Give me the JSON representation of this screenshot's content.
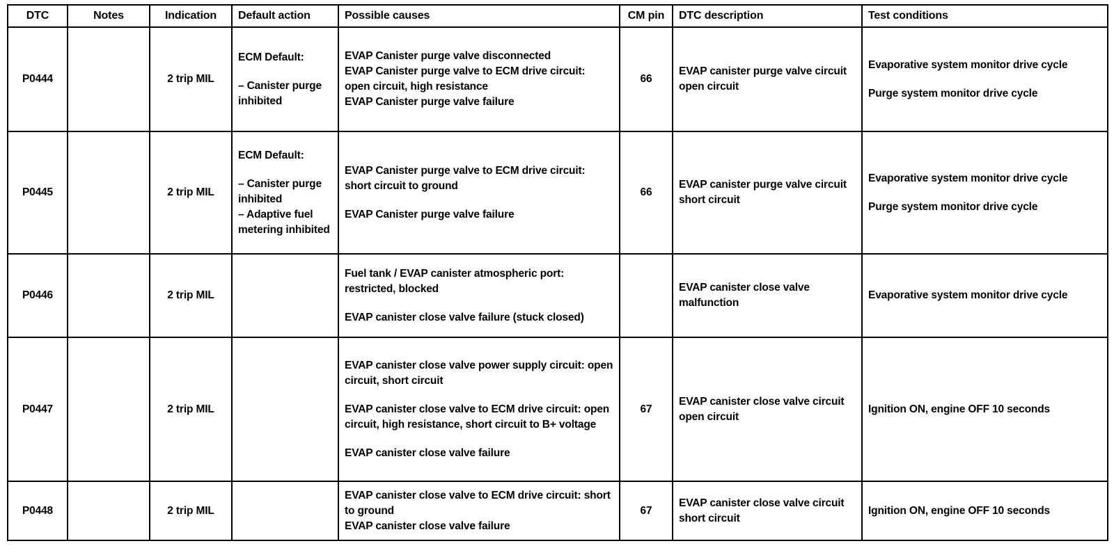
{
  "table": {
    "name": "DTC diagnostic reference table",
    "columns": [
      {
        "key": "dtc",
        "label": "DTC"
      },
      {
        "key": "notes",
        "label": "Notes"
      },
      {
        "key": "ind",
        "label": "Indication"
      },
      {
        "key": "default",
        "label": "Default action"
      },
      {
        "key": "causes",
        "label": "Possible causes"
      },
      {
        "key": "cmpin",
        "label": "CM pin"
      },
      {
        "key": "desc",
        "label": "DTC description"
      },
      {
        "key": "test",
        "label": "Test conditions"
      }
    ],
    "rows": [
      {
        "dtc": "P0444",
        "notes": "",
        "ind": "2 trip MIL",
        "default_lines": [
          "ECM Default:",
          "– Canister purge inhibited"
        ],
        "causes_lines": [
          "EVAP Canister purge valve disconnected",
          "EVAP Canister purge valve to ECM drive circuit: open circuit, high resistance",
          "EVAP Canister purge valve failure"
        ],
        "cmpin": "66",
        "desc": "EVAP canister purge valve circuit open circuit",
        "test_lines": [
          "Evaporative system monitor drive cycle",
          "Purge system monitor drive cycle"
        ]
      },
      {
        "dtc": "P0445",
        "notes": "",
        "ind": "2 trip MIL",
        "default_lines": [
          "ECM Default:",
          "– Canister purge inhibited",
          "– Adaptive fuel metering inhibited"
        ],
        "causes_lines": [
          "EVAP Canister purge valve to ECM drive circuit: short circuit to ground",
          "EVAP Canister purge valve failure"
        ],
        "cmpin": "66",
        "desc": "EVAP canister purge valve circuit short circuit",
        "test_lines": [
          "Evaporative system monitor drive cycle",
          "Purge system monitor drive cycle"
        ]
      },
      {
        "dtc": "P0446",
        "notes": "",
        "ind": "2 trip MIL",
        "default_lines": [],
        "causes_lines": [
          "Fuel tank / EVAP canister atmospheric port: restricted, blocked",
          "EVAP canister close valve failure (stuck closed)"
        ],
        "cmpin": "",
        "desc": "EVAP canister close valve malfunction",
        "test_lines": [
          "Evaporative system monitor drive cycle"
        ]
      },
      {
        "dtc": "P0447",
        "notes": "",
        "ind": "2 trip MIL",
        "default_lines": [],
        "causes_lines": [
          "EVAP canister close valve power supply circuit: open circuit, short circuit",
          "EVAP canister close valve to ECM drive circuit: open circuit, high resistance, short circuit to B+ voltage",
          "EVAP canister close valve failure"
        ],
        "cmpin": "67",
        "desc": "EVAP canister close valve circuit open circuit",
        "test_lines": [
          "Ignition ON, engine OFF 10 seconds"
        ]
      },
      {
        "dtc": "P0448",
        "notes": "",
        "ind": "2 trip MIL",
        "default_lines": [],
        "causes_lines": [
          "EVAP canister close valve to ECM drive circuit: short to ground",
          "EVAP canister close valve failure"
        ],
        "cmpin": "67",
        "desc": "EVAP canister close valve circuit short circuit",
        "test_lines": [
          "Ignition ON, engine OFF 10 seconds"
        ]
      }
    ]
  },
  "colors": {
    "border": "#000000",
    "text": "#000000",
    "background": "#ffffff"
  }
}
